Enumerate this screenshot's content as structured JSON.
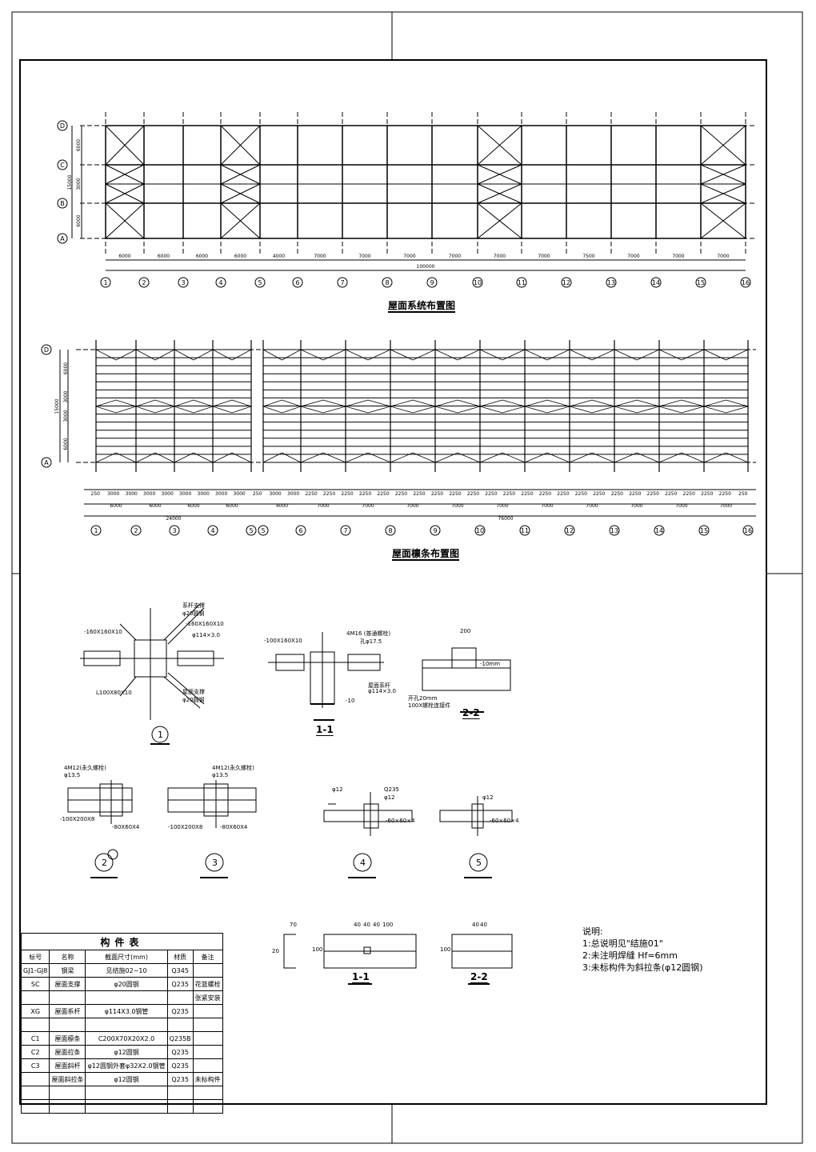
{
  "plan1": {
    "title": "屋面系统布置图",
    "axis_rows": [
      "D",
      "C",
      "B",
      "A"
    ],
    "axis_cols": [
      "1",
      "2",
      "3",
      "4",
      "5",
      "6",
      "7",
      "8",
      "9",
      "10",
      "11",
      "12",
      "13",
      "14",
      "15",
      "16"
    ],
    "row_dims": [
      "6000",
      "3000",
      "6000"
    ],
    "row_total": "15000",
    "col_dims": [
      "6000",
      "6000",
      "6000",
      "6000",
      "4000",
      "7000",
      "7000",
      "7000",
      "7000",
      "7000",
      "7000",
      "7500",
      "7000",
      "7000",
      "7000"
    ],
    "overall": "100000"
  },
  "plan2": {
    "title": "屋面檩条布置图",
    "axis_rows": [
      "D",
      "A"
    ],
    "axis_cols": [
      "1",
      "2",
      "3",
      "4",
      "5",
      "5",
      "6",
      "7",
      "8",
      "9",
      "10",
      "11",
      "12",
      "13",
      "14",
      "15",
      "16"
    ],
    "row_dims": [
      "6000",
      "3000",
      "3000",
      "6000"
    ],
    "row_total": "15000",
    "left_total": "24000",
    "right_total": "76000",
    "purlin_spacing": [
      "250",
      "3000",
      "3000",
      "3000",
      "3000",
      "3000",
      "3000",
      "3000",
      "3000",
      "250",
      "3000",
      "3000",
      "2250",
      "2250",
      "2250",
      "2250",
      "2250",
      "2250",
      "2250",
      "2250",
      "2250",
      "2250",
      "2250",
      "2250",
      "2250",
      "2250",
      "2250",
      "2250",
      "2250",
      "2250",
      "2250",
      "2250",
      "2250",
      "2250",
      "2250",
      "2250",
      "250"
    ],
    "bay_dims_left": [
      "6000",
      "6000",
      "6000",
      "6000"
    ],
    "bay_dims_right": [
      "4000",
      "7000",
      "7000",
      "7000",
      "7000",
      "7000",
      "7000",
      "7000",
      "7000",
      "7000",
      "7000"
    ]
  },
  "details": {
    "d1": {
      "mark": "1",
      "notes": [
        "系杆支撑",
        "φ20圆钢",
        "-160X160X10",
        "-160X160X10",
        "φ114×3.0",
        "L100X80X10",
        "屋面支撑",
        "φ20圆钢"
      ]
    },
    "s11": {
      "mark": "1-1",
      "notes": [
        "-100X160X10",
        "4M16 (普通螺栓)",
        "孔φ17.5",
        "屋面系杆",
        "φ114×3.0",
        "-10"
      ]
    },
    "s22": {
      "mark": "2-2",
      "notes": [
        "200",
        "开孔20mm",
        "100X螺栓连接件",
        "-10mm"
      ]
    },
    "d2": {
      "mark": "2",
      "notes": [
        "4M12(永久螺栓)",
        "φ13.5",
        "-100X200X8",
        "-80X60X4"
      ]
    },
    "d3": {
      "mark": "3",
      "notes": [
        "4M12(永久螺栓)",
        "φ13.5",
        "-100X200X8",
        "-80X60X4"
      ]
    },
    "d4": {
      "mark": "4",
      "notes": [
        "φ12",
        "Q235",
        "φ12",
        "-60×60×4"
      ]
    },
    "d5": {
      "mark": "5",
      "notes": [
        "φ12",
        "-60×60×4"
      ]
    },
    "p11": {
      "mark": "1-1",
      "dims": [
        "70",
        "20",
        "100",
        "40",
        "40",
        "40",
        "100"
      ]
    },
    "p22": {
      "mark": "2-2",
      "dims": [
        "40",
        "40",
        "100"
      ]
    }
  },
  "member_table": {
    "title": "构件表",
    "headers": [
      "标号",
      "名称",
      "截面尺寸(mm)",
      "材质",
      "备注"
    ],
    "rows": [
      [
        "GJ1-GJ8",
        "钢梁",
        "见结施02~10",
        "Q345",
        ""
      ],
      [
        "SC",
        "屋面支撑",
        "φ20圆钢",
        "Q235",
        "花篮螺栓"
      ],
      [
        "",
        "",
        "",
        "",
        "张紧安装"
      ],
      [
        "XG",
        "屋面系杆",
        "φ114X3.0钢管",
        "Q235",
        ""
      ],
      [
        "",
        "",
        "",
        "",
        ""
      ],
      [
        "C1",
        "屋面檩条",
        "C200X70X20X2.0",
        "Q235B",
        ""
      ],
      [
        "C2",
        "屋面拉条",
        "φ12圆钢",
        "Q235",
        ""
      ],
      [
        "C3",
        "屋面斜杆",
        "φ12圆钢外套φ32X2.0钢管",
        "Q235",
        ""
      ],
      [
        "",
        "屋面斜拉条",
        "φ12圆钢",
        "Q235",
        "未标构件"
      ],
      [
        "",
        "",
        "",
        "",
        ""
      ],
      [
        "",
        "",
        "",
        "",
        ""
      ]
    ]
  },
  "notes": {
    "title": "说明:",
    "items": [
      "1:总说明见\"结施01\"",
      "2:未注明焊缝 Hf=6mm",
      "3:未标构件为斜拉条(φ12圆钢)"
    ]
  }
}
